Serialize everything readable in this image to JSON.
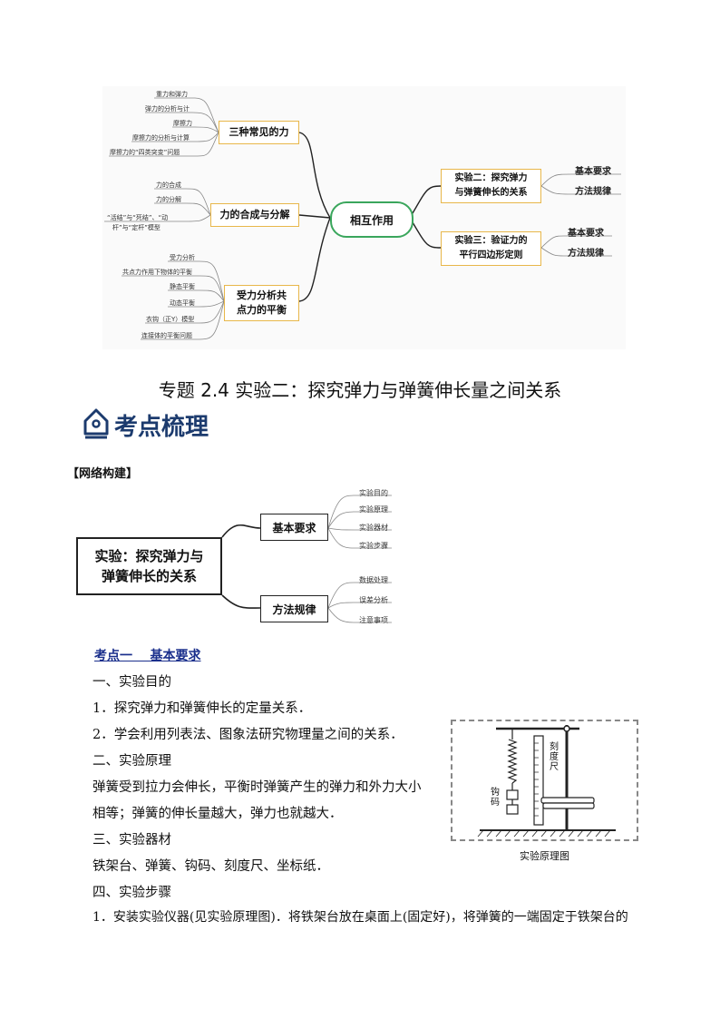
{
  "map1": {
    "center": "相互作用",
    "branch1": {
      "label": "三种常见的力",
      "leaves": [
        "重力和弹力",
        "弹力的分析与计",
        "摩擦力",
        "摩擦力的分析与计算",
        "摩擦力的“四类突变”问题"
      ]
    },
    "branch2": {
      "label": "力的合成与分解",
      "leaves": [
        "力的合成",
        "力的分解",
        "“活结”与“死结”、“动",
        "杆”与“定杆”模型"
      ]
    },
    "branch3": {
      "label_line1": "受力分析共",
      "label_line2": "点力的平衡",
      "leaves": [
        "受力分析",
        "共点力作用下物体的平衡",
        "静态平衡",
        "动态平衡",
        "衣钩（正Y）模型",
        "连接体的平衡问题"
      ]
    },
    "branch4": {
      "label_line1": "实验二：探究弹力",
      "label_line2": "与弹簧伸长的关系",
      "leaves": [
        "基本要求",
        "方法规律"
      ]
    },
    "branch5": {
      "label_line1": "实验三：验证力的",
      "label_line2": "平行四边形定则",
      "leaves": [
        "基本要求",
        "方法规律"
      ]
    }
  },
  "doc": {
    "title": "专题 2.4 实验二：探究弹力与弹簧伸长量之间关系",
    "section_title": "考点梳理",
    "network_label": "【网络构建】"
  },
  "map2": {
    "root_line1": "实验：探究弹力与",
    "root_line2": "弹簧伸长的关系",
    "top": {
      "label": "基本要求",
      "leaves": [
        "实验目的",
        "实验原理",
        "实验器材",
        "实验步骤"
      ]
    },
    "bottom": {
      "label": "方法规律",
      "leaves": [
        "数据处理",
        "误差分析",
        "注意事项"
      ]
    }
  },
  "body": {
    "heading": "考点一    基本要求",
    "s1": "一、实验目的",
    "s1_1": "1．探究弹力和弹簧伸长的定量关系．",
    "s1_2": "2．学会利用列表法、图象法研究物理量之间的关系．",
    "s2": "二、实验原理",
    "s2_text1": "弹簧受到拉力会伸长，平衡时弹簧产生的弹力和外力大小",
    "s2_text2": "相等；弹簧的伸长量越大，弹力也就越大．",
    "s3": "三、实验器材",
    "s3_text": "铁架台、弹簧、钩码、刻度尺、坐标纸．",
    "s4": "四、实验步骤",
    "s4_text": "1．安装实验仪器(见实验原理图)．将铁架台放在桌面上(固定好)，将弹簧的一端固定于铁架台的"
  },
  "figure": {
    "caption": "实验原理图",
    "ruler_label": "刻度尺",
    "weight_label": "钩码"
  }
}
